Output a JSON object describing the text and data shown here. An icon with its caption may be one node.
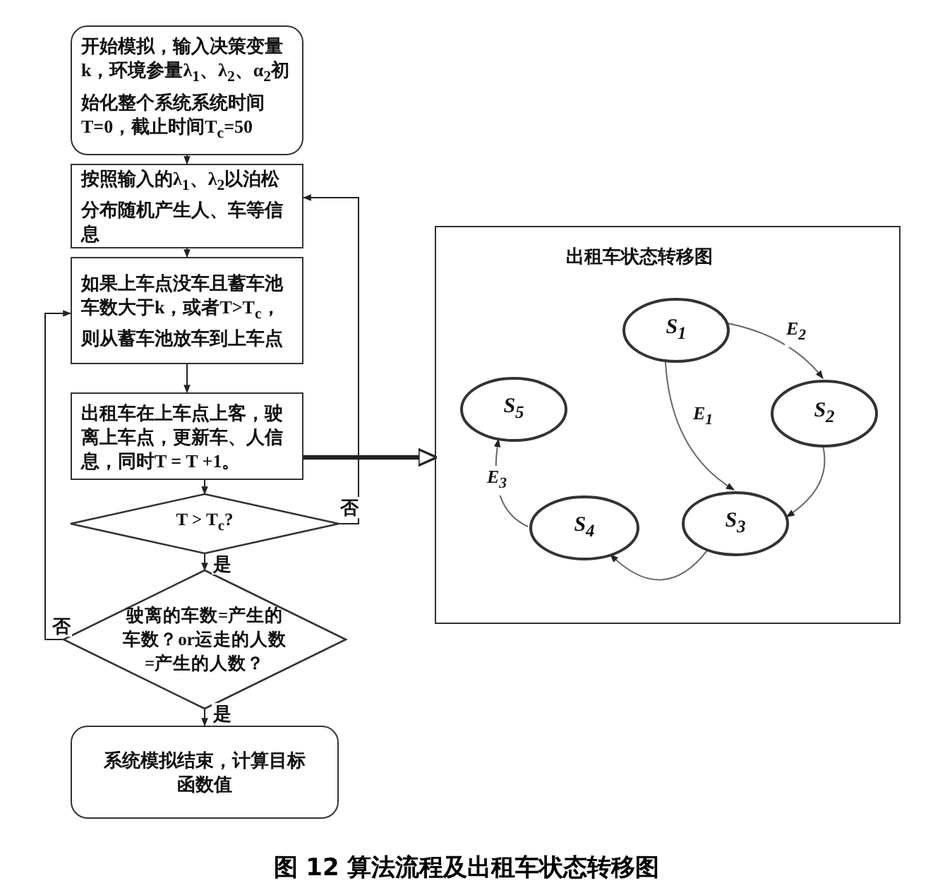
{
  "diagram": {
    "caption": "图 12 算法流程及出租车状态转移图",
    "nodes": [
      {
        "text": [
          "开始模拟，输入决策变量k，环境参量λ$_{1}$、λ$_{2}$、α$_{2}$初始化整个系统系统时间T=0，截止时间T$_{c}$=50"
        ]
      },
      {
        "text": [
          "按照输入的λ$_{1}$、λ$_{2}$以泊松分布随机产生人、车等信息"
        ]
      },
      {
        "text": [
          "如果上车点没车且蓄车池车数大于k，或者T>T$_{c}$，则从蓄车池放车到上车点"
        ]
      },
      {
        "text": [
          "出租车在上车点上客，驶离上车点，更新车、人信息，同时T = T +1。"
        ]
      },
      {
        "text": [
          "T > T$_{c}$?"
        ]
      },
      {
        "text": [
          "驶离的车数=产生的车数？or运走的人数=产生的人数？"
        ]
      },
      {
        "text": [
          "系统模拟结束，计算目标函数值"
        ]
      },
      {
        "text": [
          "出租车状态转移图"
        ]
      },
      {
        "text": [
          "S$_{1}$"
        ],
        "in": 7
      },
      {
        "text": [
          "S$_{2}$"
        ],
        "in": 7
      },
      {
        "text": [
          "S$_{3}$"
        ],
        "in": 7
      },
      {
        "text": [
          "S$_{4}$"
        ],
        "in": 7
      },
      {
        "text": [
          "S$_{5}$"
        ],
        "in": 7
      }
    ],
    "edges": [
      {
        "from": 0,
        "to": 1,
        "arrow": "to"
      },
      {
        "from": 1,
        "to": 2,
        "arrow": "to"
      },
      {
        "from": 2,
        "to": 3,
        "arrow": "to"
      },
      {
        "from": 3,
        "to": 4,
        "arrow": "to"
      },
      {
        "from": 4,
        "to": 5,
        "arrow": "to",
        "label": "是"
      },
      {
        "from": 4,
        "to": 1,
        "arrow": "to",
        "label": "否"
      },
      {
        "from": 5,
        "to": 2,
        "arrow": "to",
        "label": "否"
      },
      {
        "from": 5,
        "to": 6,
        "arrow": "to",
        "label": "是"
      },
      {
        "from": 3,
        "to": 7,
        "arrow": "to",
        "style": "thick"
      },
      {
        "from": 8,
        "to": 9,
        "arrow": "to",
        "label": "E$_{2}$"
      },
      {
        "from": 8,
        "to": 10,
        "arrow": "to",
        "label": "E$_{1}$"
      },
      {
        "from": 9,
        "to": 10,
        "arrow": "to"
      },
      {
        "from": 10,
        "to": 11,
        "arrow": "to"
      },
      {
        "from": 11,
        "to": 12,
        "arrow": "to",
        "label": "E$_{3}$"
      }
    ]
  }
}
